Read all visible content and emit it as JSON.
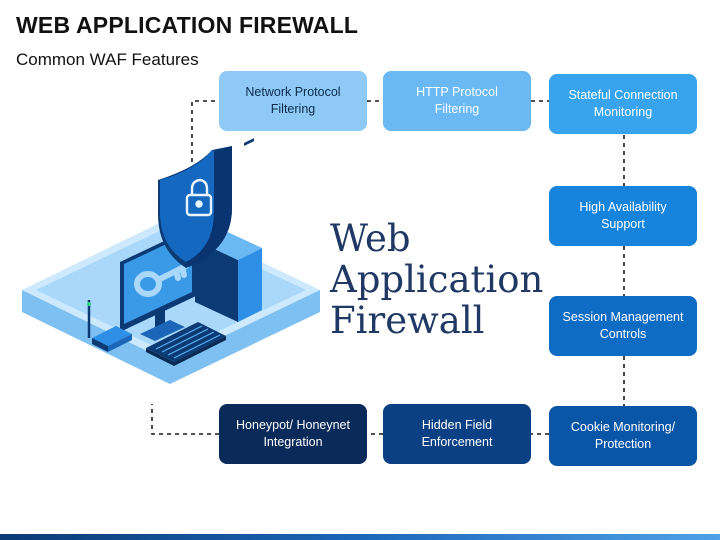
{
  "title": "WEB APPLICATION FIREWALL",
  "subtitle": "Common WAF Features",
  "center_title": "Web\nApplication\nFirewall",
  "features": [
    {
      "label": "Network Protocol\nFiltering",
      "fill": "#8fcaf7",
      "text_color": "#0b2a4a"
    },
    {
      "label": "HTTP Protocol\nFiltering",
      "fill": "#6ab8f4",
      "text_color": "#ffffff"
    },
    {
      "label": "Stateful Connection\nMonitoring",
      "fill": "#38a3ee",
      "text_color": "#ffffff"
    },
    {
      "label": "High Availability\nSupport",
      "fill": "#1683dc",
      "text_color": "#ffffff"
    },
    {
      "label": "Session Management\nControls",
      "fill": "#0f6cc4",
      "text_color": "#ffffff"
    },
    {
      "label": "Cookie Monitoring/\nProtection",
      "fill": "#0a56a6",
      "text_color": "#ffffff"
    },
    {
      "label": "Hidden Field\nEnforcement",
      "fill": "#0b4184",
      "text_color": "#ffffff"
    },
    {
      "label": "Honeypot/ Honeynet\nIntegration",
      "fill": "#0a2a5a",
      "text_color": "#ffffff"
    }
  ],
  "illustration": {
    "icons": [
      "shield-icon",
      "padlock-icon",
      "monitor-icon",
      "key-icon",
      "keyboard-icon",
      "cpu-tower-icon",
      "router-icon"
    ],
    "colors": {
      "platform": "#a9d8fb",
      "shield": "#0f63b6",
      "monitor": "#2f8fe6",
      "dark": "#0b3a75"
    }
  }
}
